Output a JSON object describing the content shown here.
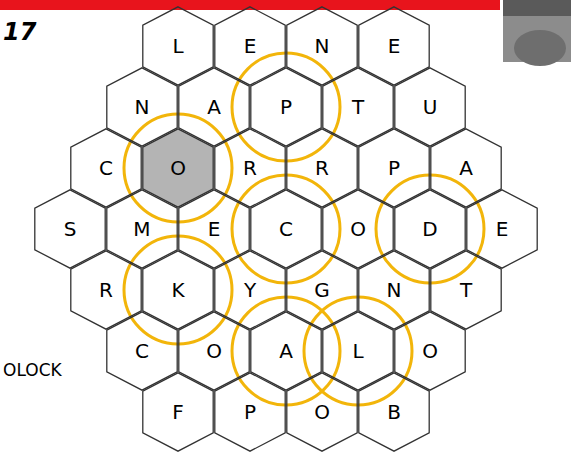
{
  "diagram": {
    "nodes": [
      {
        "text": [
          "L"
        ]
      },
      {
        "text": [
          "E"
        ]
      },
      {
        "text": [
          "N"
        ]
      },
      {
        "text": [
          "E"
        ]
      },
      {
        "text": [
          "N"
        ]
      },
      {
        "text": [
          "A"
        ]
      },
      {
        "text": [
          "P"
        ]
      },
      {
        "text": [
          "T"
        ]
      },
      {
        "text": [
          "U"
        ]
      },
      {
        "text": [
          "C"
        ]
      },
      {
        "text": [
          "O"
        ]
      },
      {
        "text": [
          "R"
        ]
      },
      {
        "text": [
          "R"
        ]
      },
      {
        "text": [
          "P"
        ]
      },
      {
        "text": [
          "A"
        ]
      },
      {
        "text": [
          "S"
        ]
      },
      {
        "text": [
          "M"
        ]
      },
      {
        "text": [
          "E"
        ]
      },
      {
        "text": [
          "C"
        ]
      },
      {
        "text": [
          "O"
        ]
      },
      {
        "text": [
          "D"
        ]
      },
      {
        "text": [
          "E"
        ]
      },
      {
        "text": [
          "R"
        ]
      },
      {
        "text": [
          "K"
        ]
      },
      {
        "text": [
          "Y"
        ]
      },
      {
        "text": [
          "G"
        ]
      },
      {
        "text": [
          "N"
        ]
      },
      {
        "text": [
          "T"
        ]
      },
      {
        "text": [
          "C"
        ]
      },
      {
        "text": [
          "O"
        ]
      },
      {
        "text": [
          "A"
        ]
      },
      {
        "text": [
          "L"
        ]
      },
      {
        "text": [
          "O"
        ]
      },
      {
        "text": [
          "F"
        ]
      },
      {
        "text": [
          "P"
        ]
      },
      {
        "text": [
          "O"
        ]
      },
      {
        "text": [
          "B"
        ]
      }
    ],
    "labels": [
      "17",
      "OLOCK"
    ]
  }
}
